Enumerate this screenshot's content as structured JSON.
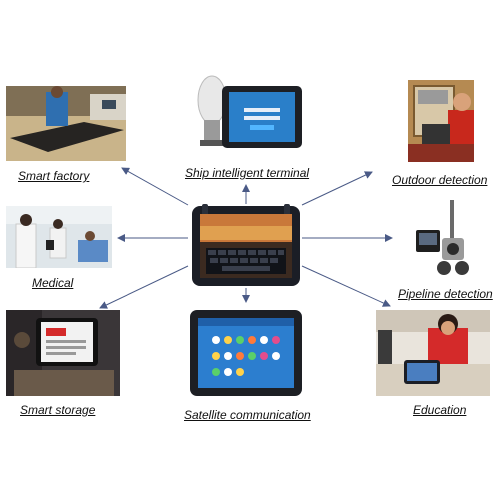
{
  "center": {
    "device": "rugged-tablet"
  },
  "applications": [
    {
      "label": "Smart factory"
    },
    {
      "label": "Ship intelligent terminal"
    },
    {
      "label": "Outdoor detection"
    },
    {
      "label": "Medical"
    },
    {
      "label": "Pipeline detection"
    },
    {
      "label": "Smart storage"
    },
    {
      "label": "Satellite communication"
    },
    {
      "label": "Education"
    }
  ],
  "colors": {
    "arrow": "#4a5a86",
    "caption": "#111111"
  }
}
